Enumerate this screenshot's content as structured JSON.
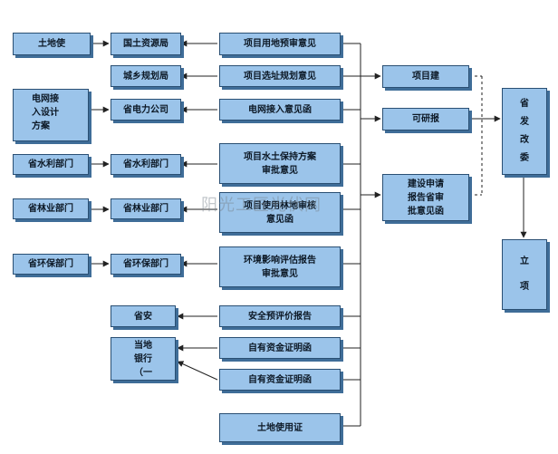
{
  "nodes": {
    "land_bureau": "土地使",
    "land_resources": "国土资源局",
    "land_use_opinion": "项目用地预审意见",
    "urban_planning": "城乡规划局",
    "site_selection": "项目选址规划意见",
    "project_proposal": "项目建",
    "grid_plan": "电网接\n入设计\n方案",
    "provincial_power": "省电力公司",
    "grid_access_letter": "电网接入意见函",
    "feasibility": "可研报",
    "dev_reform": "省\n发\n改\n委",
    "water_dept": "省水利部门",
    "water_dept2": "省水利部门",
    "soil_conservation": "项目水土保持方案\n审批意见",
    "forestry_dept": "省林业部门",
    "forestry_dept2": "省林业部门",
    "forest_land": "项目使用林地审核\n意见函",
    "construction_apply": "建设申请\n报告省审\n批意见函",
    "env_dept": "省环保部门",
    "env_dept2": "省环保部门",
    "env_impact": "环境影响评估报告\n审批意见",
    "approval": "立\n\n项",
    "safety_dept": "省安",
    "safety_report": "安全预评价报告",
    "local_bank": "当地\n银行\n（一",
    "own_funds_1": "自有资金证明函",
    "own_funds_2": "自有资金证明函",
    "land_cert": "土地使用证"
  },
  "watermark": "阳光工匠光伏网"
}
